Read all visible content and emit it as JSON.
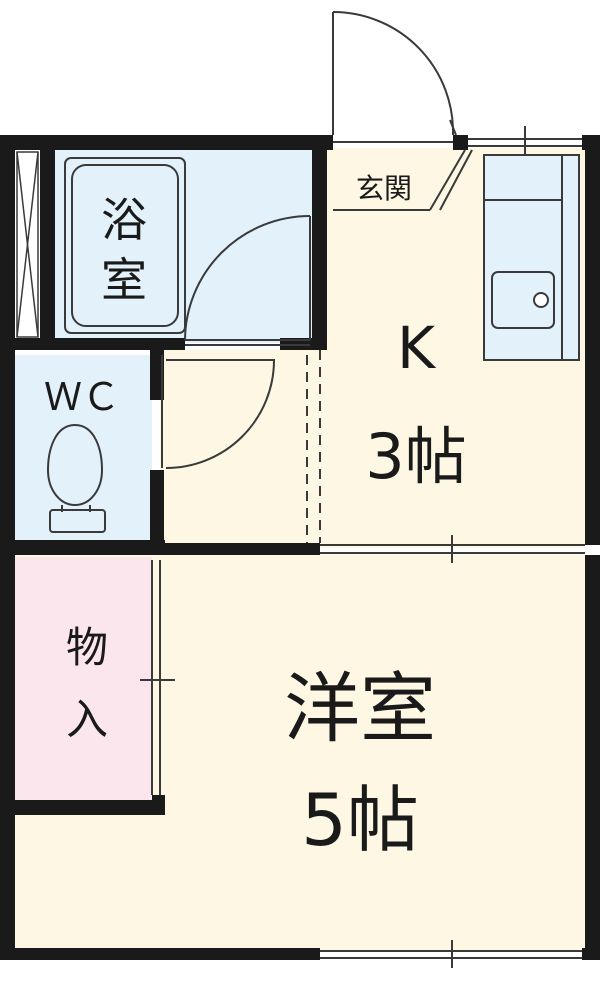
{
  "colors": {
    "wall": "#1a1a1a",
    "bath": "#e3f1fb",
    "wc": "#e3f1fb",
    "kitchen_unit": "#e3f1fb",
    "storage": "#fbe6ee",
    "floor": "#fdf7e3",
    "line": "#3a3a3a"
  },
  "rooms": {
    "bath_label": [
      "浴",
      "室"
    ],
    "wc_label": "ＷＣ",
    "genkan_label": "玄関",
    "kitchen_label": "K",
    "kitchen_size": "3帖",
    "storage_label": [
      "物",
      "入"
    ],
    "western_label": "洋室",
    "western_size": "5帖"
  },
  "icons": [
    "bathtub-icon",
    "toilet-icon",
    "sink-icon",
    "door-swing-icon",
    "sliding-window-icon"
  ]
}
